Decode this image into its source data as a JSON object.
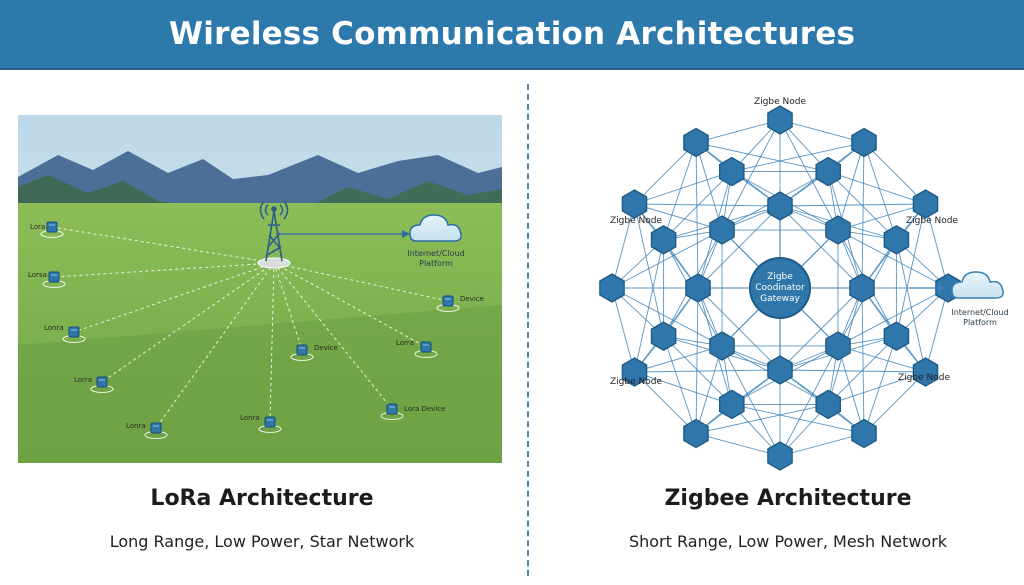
{
  "header": {
    "title": "Wireless Communication Architectures"
  },
  "lora": {
    "title": "LoRa Architecture",
    "subtitle": "Long Range, Low Power, Star Network",
    "cloud_label_line1": "Internet/Cloud",
    "cloud_label_line2": "Platform",
    "nodes": [
      {
        "label": "Lora"
      },
      {
        "label": "Lorsa"
      },
      {
        "label": "Lonra"
      },
      {
        "label": "Lorra"
      },
      {
        "label": "Lonra"
      },
      {
        "label": "Lonra"
      },
      {
        "label": "Device"
      },
      {
        "label": "Lora Device"
      },
      {
        "label": "Lorra"
      },
      {
        "label": "Device"
      }
    ]
  },
  "zigbee": {
    "title": "Zigbee Architecture",
    "subtitle": "Short Range, Low Power, Mesh Network",
    "node_labels": {
      "top": "Zigbe Node",
      "left_upper": "Zigbe Node",
      "right_upper": "Zigbe Node",
      "left_lower": "Zigbe Node",
      "right_lower": "Zigbe Node"
    },
    "coordinator": {
      "line1": "Zigbe",
      "line2": "Coodinator",
      "line3": "Gateway"
    },
    "cloud_label_line1": "Internet/Cloud",
    "cloud_label_line2": "Platform"
  },
  "colors": {
    "header": "#2e79ac",
    "node_blue": "#2f77ab",
    "node_stroke": "#1e5a86",
    "grass": "#7fb04c",
    "sky": "#cfe3ee"
  }
}
